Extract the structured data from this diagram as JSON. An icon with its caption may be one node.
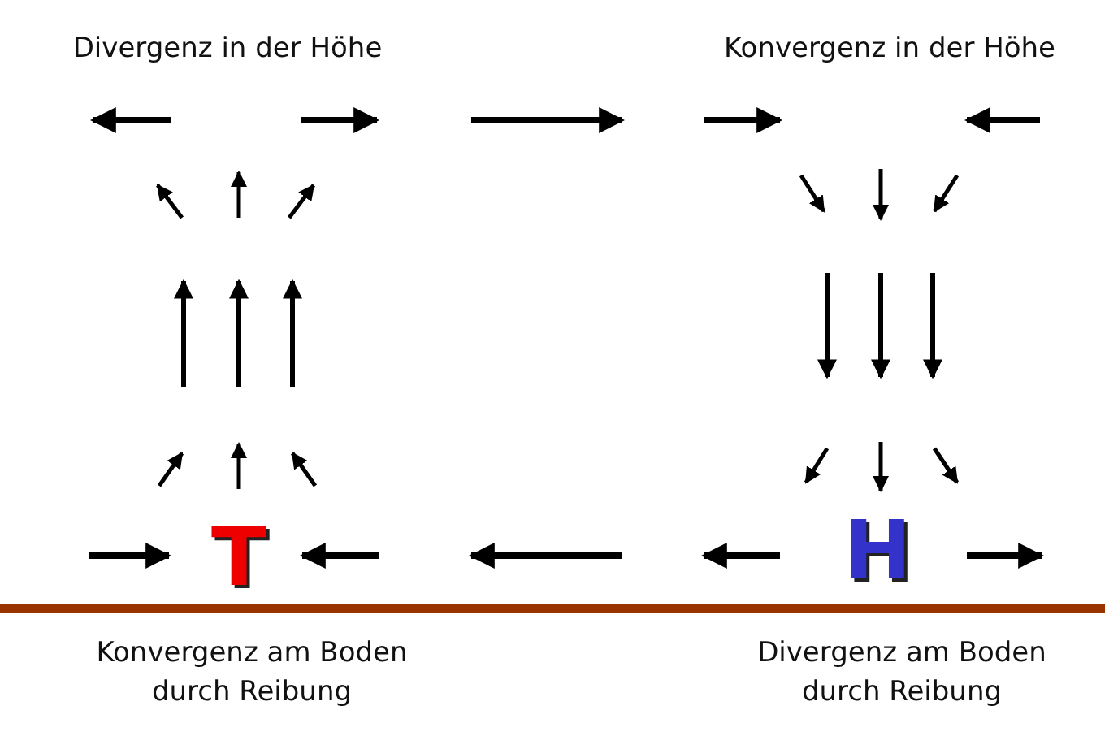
{
  "diagram": {
    "labels": [
      "Divergenz in der Höhe",
      "Konvergenz in der Höhe",
      "T",
      "H",
      "Konvergenz am Boden durch Reibung",
      "Divergenz am Boden durch Reibung"
    ]
  }
}
